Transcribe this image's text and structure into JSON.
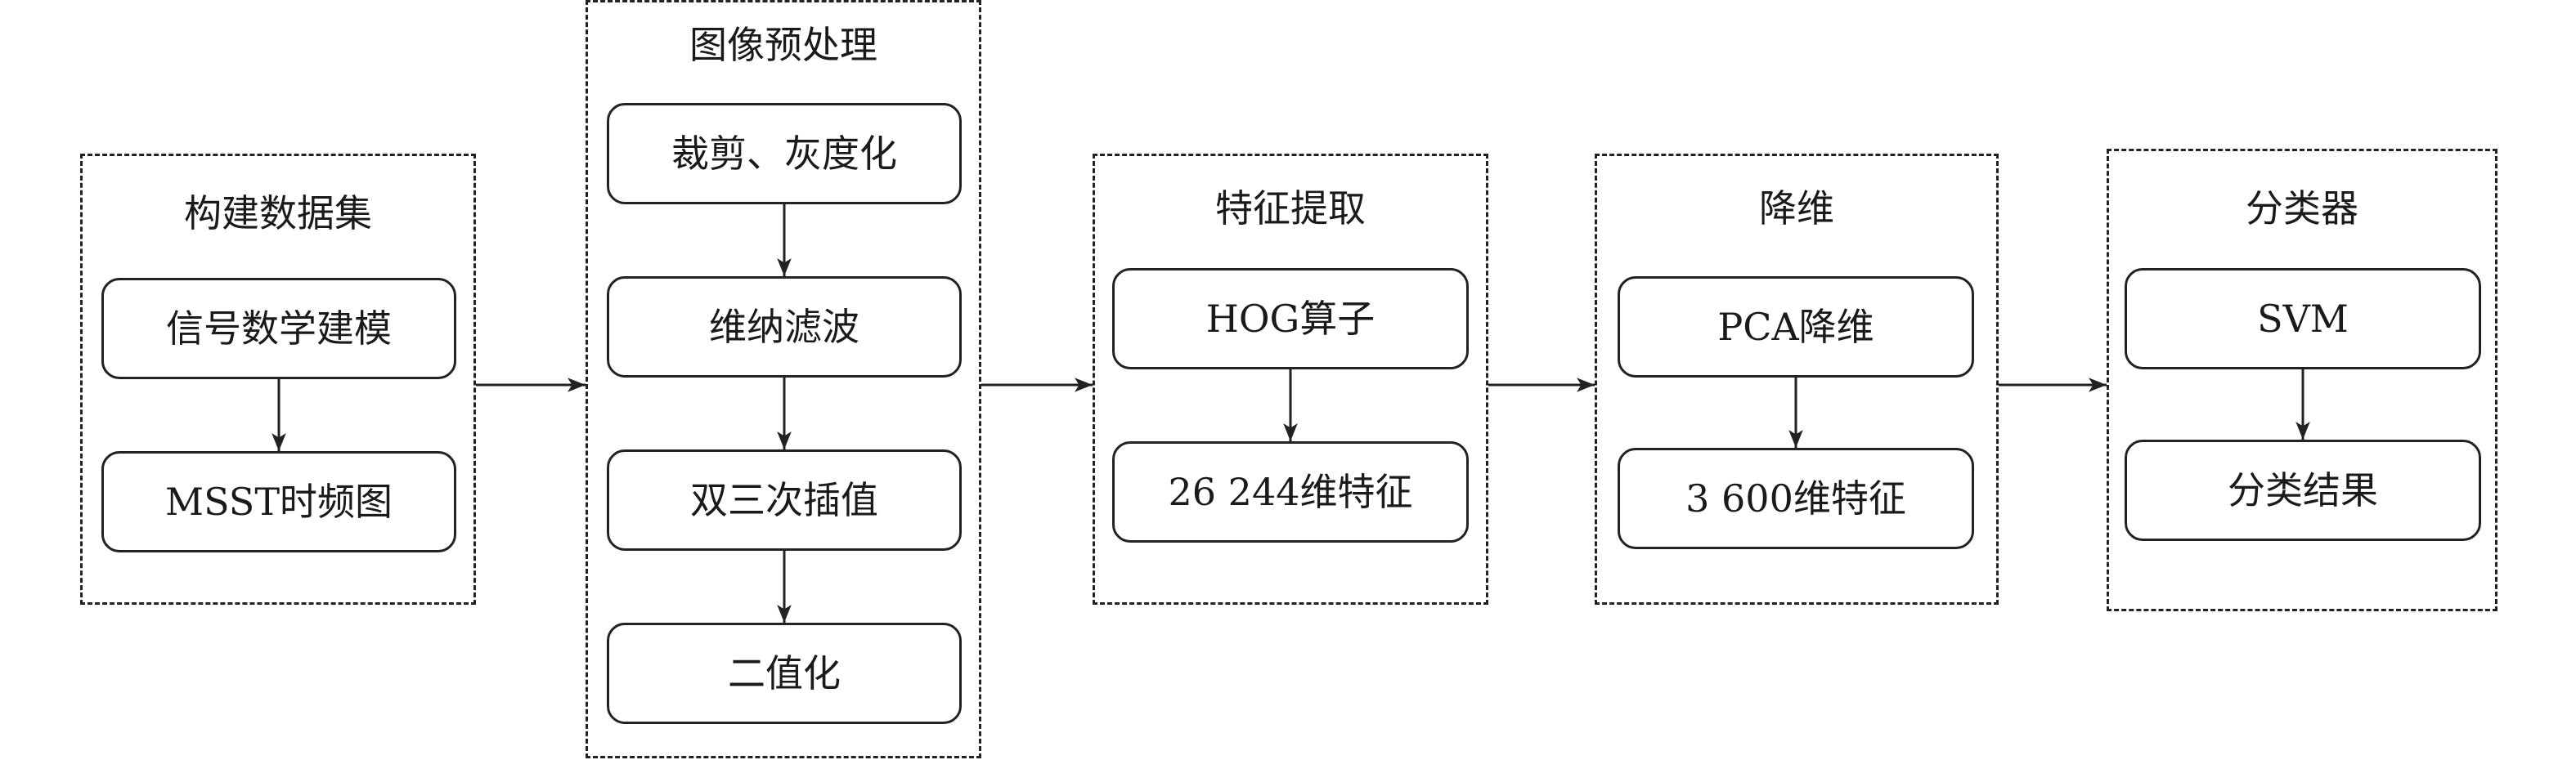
{
  "groups": [
    {
      "title": "构建数据集",
      "nodes": [
        "信号数学建模",
        "MSST时频图"
      ]
    },
    {
      "title": "图像预处理",
      "nodes": [
        "裁剪、灰度化",
        "维纳滤波",
        "双三次插值",
        "二值化"
      ]
    },
    {
      "title": "特征提取",
      "nodes": [
        "HOG算子",
        "26 244维特征"
      ]
    },
    {
      "title": "降维",
      "nodes": [
        "PCA降维",
        "3 600维特征"
      ]
    },
    {
      "title": "分类器",
      "nodes": [
        "SVM",
        "分类结果"
      ]
    }
  ],
  "colors": {
    "stroke": "#222222",
    "background": "#ffffff"
  }
}
